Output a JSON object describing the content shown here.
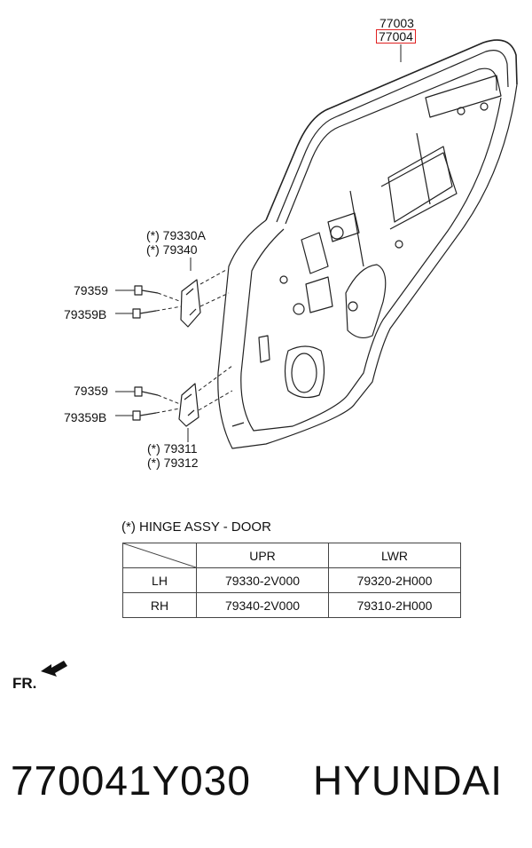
{
  "callouts": {
    "c77003": "77003",
    "c77004": "77004",
    "c79330a": "(*) 79330A",
    "c79340": "(*)  79340",
    "c79359_upper": "79359",
    "c79359b_upper": "79359B",
    "c79359_lower": "79359",
    "c79359b_lower": "79359B",
    "c79311": "(*) 79311",
    "c79312": "(*) 79312"
  },
  "legend": {
    "title": "(*) HINGE ASSY - DOOR",
    "headers": [
      "",
      "UPR",
      "LWR"
    ],
    "rows": [
      [
        "LH",
        "79330-2V000",
        "79320-2H000"
      ],
      [
        "RH",
        "79340-2V000",
        "79310-2H000"
      ]
    ]
  },
  "direction": {
    "label": "FR."
  },
  "footer": {
    "part_number": "770041Y030",
    "brand": "HYUNDAI"
  },
  "colors": {
    "highlight": "#e02020",
    "line": "#222222"
  }
}
